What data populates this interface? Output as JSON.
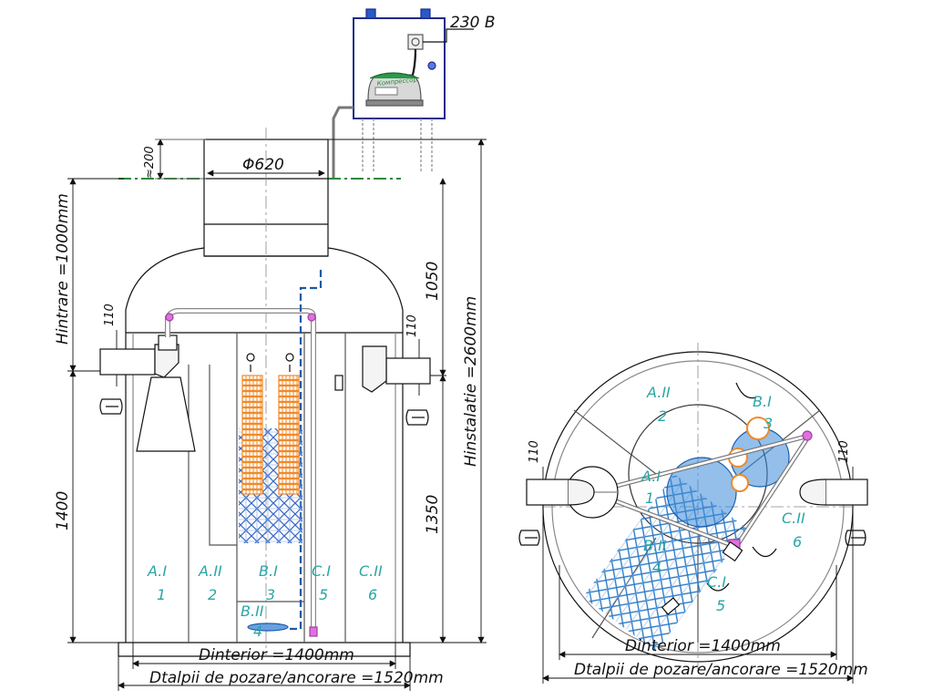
{
  "labels": {
    "power": "230 B",
    "compressor": "Компрессор",
    "dia_neck": "Φ620",
    "approx200": "≈200",
    "h_inlet": "Hintrare =1000mm",
    "h_install": "Hinstalatie =2600mm",
    "d110_left": "110",
    "d110_right": "110",
    "d1050": "1050",
    "d1400": "1400",
    "d1350": "1350",
    "d_interior": "Dinterior =1400mm",
    "d_base": "Dtalpii de pozare/ancorare =1520mm",
    "plan_d110_left": "110",
    "plan_d110_right": "110",
    "plan_d_interior": "Dinterior =1400mm",
    "plan_d_base": "Dtalpii de pozare/ancorare =1520mm"
  },
  "zones_section": [
    {
      "code": "A.I",
      "num": "1"
    },
    {
      "code": "A.II",
      "num": "2"
    },
    {
      "code": "B.I",
      "num": "3"
    },
    {
      "code": "C.I",
      "num": "5"
    },
    {
      "code": "C.II",
      "num": "6"
    },
    {
      "code": "B.II",
      "num": "4"
    }
  ],
  "zones_plan": [
    {
      "code": "A.II",
      "num": "2"
    },
    {
      "code": "B.I",
      "num": "3"
    },
    {
      "code": "A.I",
      "num": "1"
    },
    {
      "code": "B.II",
      "num": "4"
    },
    {
      "code": "C.II",
      "num": "6"
    },
    {
      "code": "C.I",
      "num": "5"
    }
  ],
  "colors": {
    "line": "#111111",
    "zone_text": "#2aa6a6",
    "pipe_blue": "#1a5aa8",
    "media_orange": "#f08a2a",
    "media_blue": "#2a7ac8",
    "box_frame": "#1e2a8a",
    "ground": "#2a8a3a",
    "magenta": "#c040c0"
  }
}
